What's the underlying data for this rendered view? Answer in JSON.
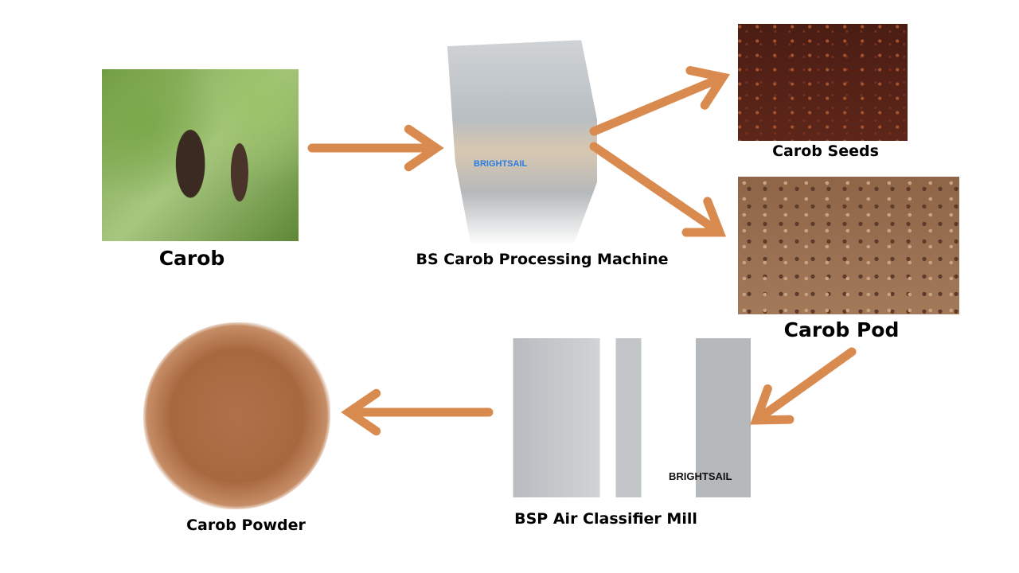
{
  "colors": {
    "arrow": "#D98B4F"
  },
  "nodes": {
    "carob": {
      "label": "Carob"
    },
    "machine": {
      "label": "BS Carob Processing Machine",
      "brand": "BRIGHTSAIL"
    },
    "seeds": {
      "label": "Carob Seeds"
    },
    "pod": {
      "label": "Carob Pod"
    },
    "mill": {
      "label": "BSP Air Classifier Mill",
      "brand": "BRIGHTSAIL"
    },
    "powder": {
      "label": "Carob Powder"
    }
  }
}
